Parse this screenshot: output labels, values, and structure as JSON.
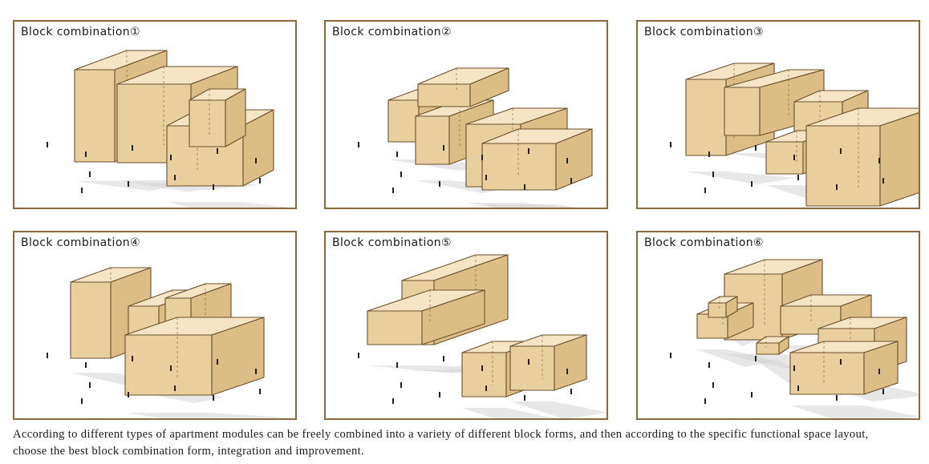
{
  "panels": [
    {
      "title": "Block combination①"
    },
    {
      "title": "Block combination②"
    },
    {
      "title": "Block combination③"
    },
    {
      "title": "Block combination④"
    },
    {
      "title": "Block combination⑤"
    },
    {
      "title": "Block combination⑥"
    }
  ],
  "caption": "According to different types of apartment modules can be freely combined into a variety of different block forms, and then according to the specific functional space layout, choose the best block combination form, integration and improvement.",
  "colors": {
    "frame": "#8a6a3c",
    "block_front": "#e9cf9e",
    "block_side": "#dcbd85",
    "block_top": "#f6e5c4",
    "edge": "#6b4f2c",
    "shadow": "#d4d4d4"
  }
}
